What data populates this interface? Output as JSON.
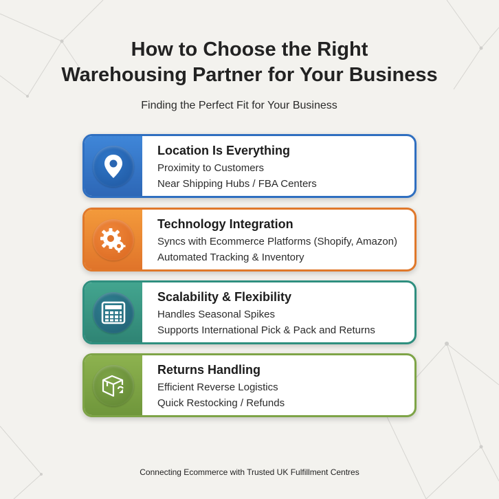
{
  "title": {
    "line1": "How to Choose the Right",
    "line2": "Warehousing Partner for Your Business"
  },
  "subtitle": "Finding the Perfect Fit for Your Business",
  "cards": [
    {
      "heading": "Location Is Everything",
      "line1": "Proximity to Customers",
      "line2": "Near Shipping Hubs / FBA Centers",
      "icon": "location-pin-icon",
      "color": "#2f6fc0"
    },
    {
      "heading": "Technology Integration",
      "line1": "Syncs with Ecommerce Platforms (Shopify, Amazon)",
      "line2": "Automated Tracking & Inventory",
      "icon": "gears-icon",
      "color": "#e0782a"
    },
    {
      "heading": "Scalability & Flexibility",
      "line1": "Handles Seasonal Spikes",
      "line2": "Supports International Pick & Pack and Returns",
      "icon": "calculator-icon",
      "color": "#2f8f7f"
    },
    {
      "heading": "Returns Handling",
      "line1": "Efficient Reverse Logistics",
      "line2": "Quick Restocking / Refunds",
      "icon": "return-box-icon",
      "color": "#7ea447"
    }
  ],
  "footer": "Connecting Ecommerce with Trusted UK Fulfillment Centres"
}
